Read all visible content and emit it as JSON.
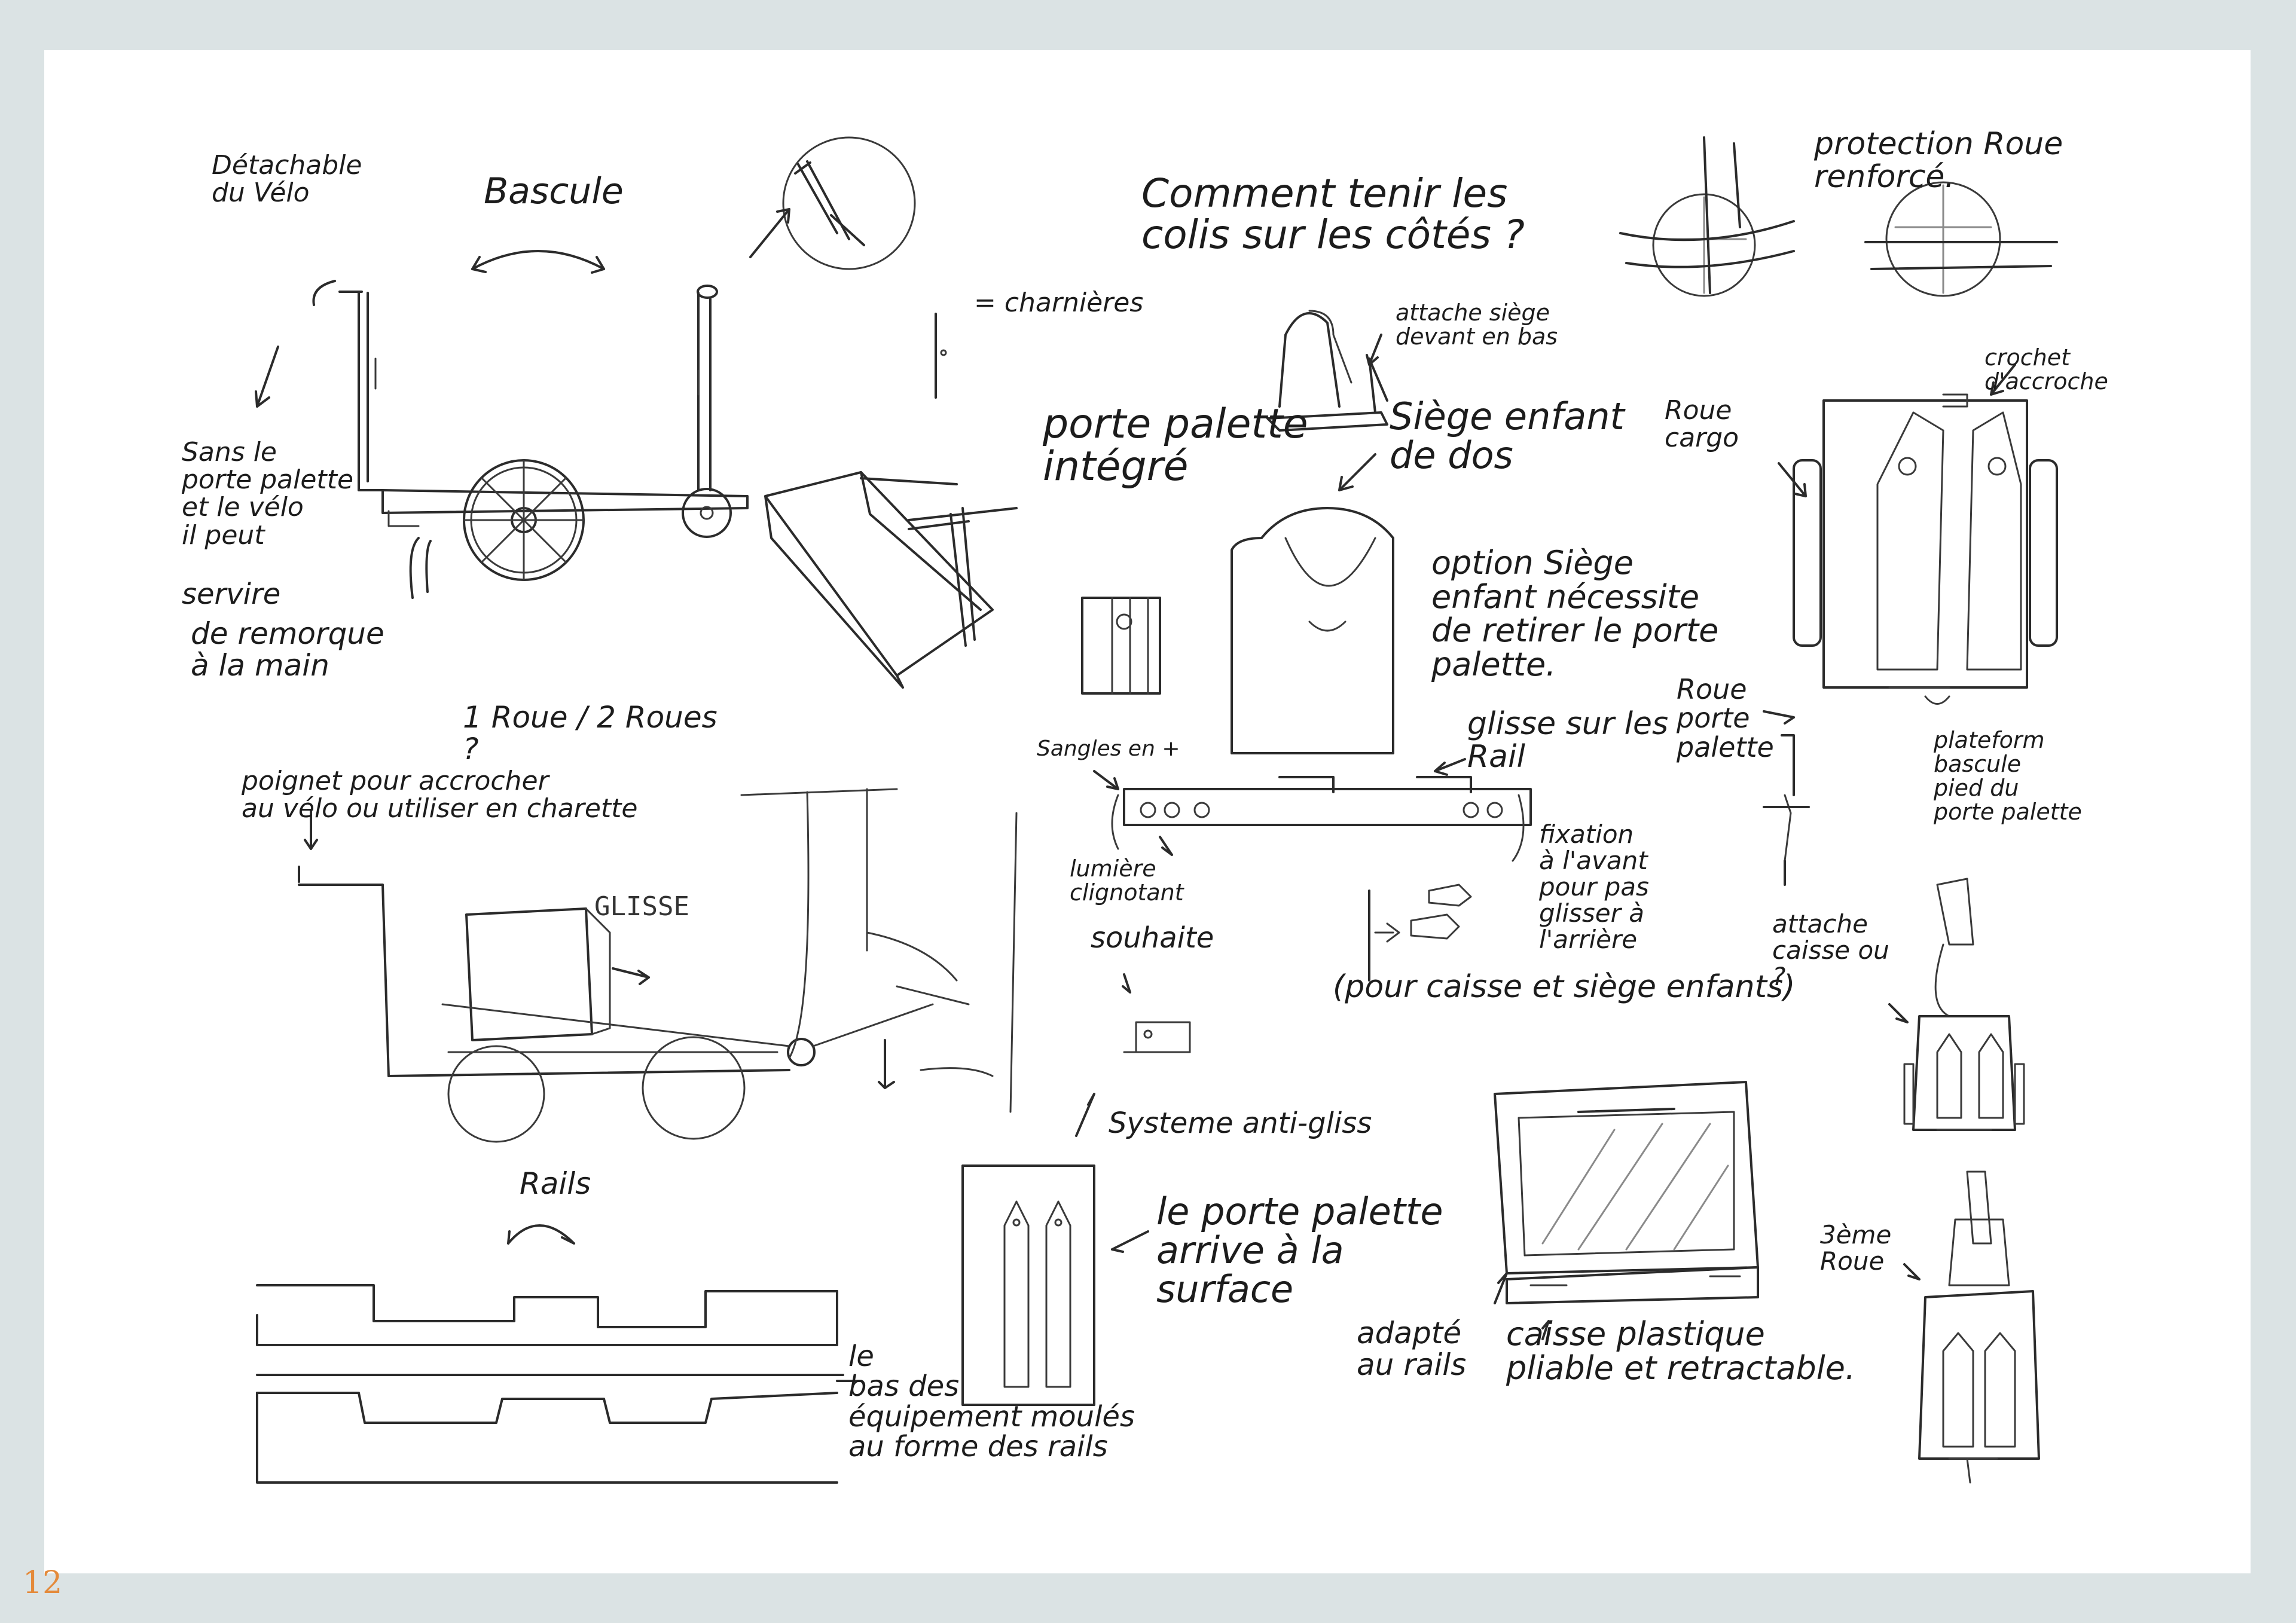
{
  "page": {
    "number": "12"
  },
  "notes": {
    "detachable": "Détachable\ndu Vélo",
    "basculement": "Bascule",
    "charnieres": "= charnières",
    "question_colis": "Comment tenir les\ncolis sur les côtés ?",
    "protection_roue": "protection Roue\nrenforcé.",
    "sans_porte_palette": "Sans le\nporte palette\net le vélo\nil peut",
    "servir": "servire",
    "remorque": "de remorque\nà la main",
    "porte_palette_integre": "porte palette\nintégré",
    "attache_siege": "attache siège\ndevant en bas",
    "siege_enfant_dos": "Siège enfant\nde dos",
    "roue_cargo": "Roue\ncargo",
    "crochet": "crochet\nd'accroche",
    "option_siege": "option Siège\nenfant nécessite\nde retirer le porte\npalette.",
    "roue_porte_palette": "Roue\nporte\npalette",
    "glisse_rail": "glisse sur les\nRail",
    "sangles": "Sangles en +",
    "plateforme": "plateform\nbascule\npied du\nporte palette",
    "une_deux_roues": "1 Roue / 2 Roues\n?",
    "poignet": "poignet pour accrocher\nau vélo ou utiliser en charette",
    "glisse": "GLISSE",
    "lumiere": "lumière\nclignotant",
    "souhaite": "souhaite",
    "fixation": "fixation\nà l'avant\npour pas\nglisser à\nl'arrière",
    "pour_caisse": "(pour caisse et siège enfants)",
    "attache_caisse": "attache\ncaisse ou\n?",
    "systeme_anti_glisse": "Systeme anti-gliss",
    "rails": "Rails",
    "surface": "le porte palette\narrive à la\nsurface",
    "bas_equipement": "le\nbas des\néquipement moulés\nau forme des rails",
    "adapte_rails": "adapté\nau rails",
    "caisse_plastique": "caisse plastique\npliable et retractable.",
    "troisieme_roue": "3ème\nRoue"
  }
}
